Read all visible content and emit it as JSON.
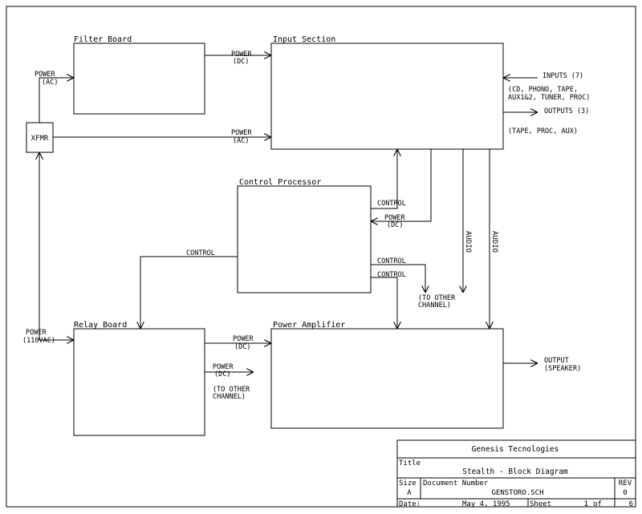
{
  "blocks": {
    "filter_board": "Filter Board",
    "input_section": "Input Section",
    "control_processor": "Control Processor",
    "relay_board": "Relay Board",
    "power_amplifier": "Power Amplifier",
    "xfmr": "XFMR"
  },
  "labels": {
    "power": "POWER",
    "dc": "(DC)",
    "ac": "(AC)",
    "vac110": "(110VAC)",
    "control": "CONTROL",
    "audio": "AUDIO",
    "inputs": "INPUTS (7)",
    "inputs_list_1": "(CD, PHONO, TAPE,",
    "inputs_list_2": "AUX1&2, TUNER, PROC)",
    "outputs": "OUTPUTS (3)",
    "outputs_list": "(TAPE, PROC, AUX)",
    "to_other": "(TO OTHER",
    "channel": "CHANNEL)",
    "output": "OUTPUT",
    "speaker": "(SPEAKER)"
  },
  "title_block": {
    "company": "Genesis Tecnologies",
    "title_label": "Title",
    "title": "Stealth - Block Diagram",
    "size_label": "Size",
    "size": "A",
    "docnum_label": "Document Number",
    "docnum": "GENSTORO.SCH",
    "rev_label": "REV",
    "rev": "0",
    "date_label": "Date:",
    "date": "May  4, 1995",
    "sheet_label": "Sheet",
    "sheet": "1",
    "of_label": "of",
    "sheet_total": "6"
  },
  "colors": {
    "line": "#000000",
    "background": "#ffffff"
  }
}
